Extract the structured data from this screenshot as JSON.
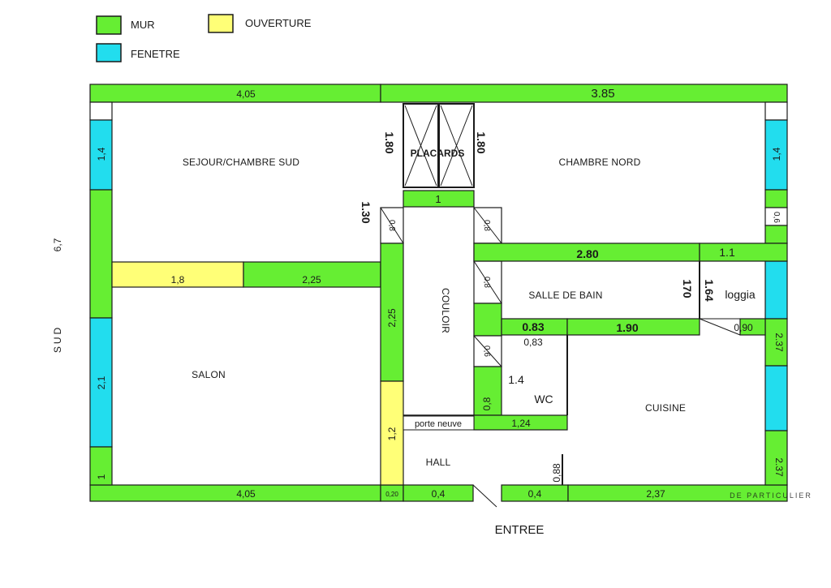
{
  "legend": {
    "mur": "MUR",
    "ouverture": "OUVERTURE",
    "fenetre": "FENETRE"
  },
  "colors": {
    "wall": "#66ee33",
    "opening": "#ffff77",
    "window": "#22ddee",
    "outline": "#1a1a1a",
    "label_red": "#ee1111"
  },
  "side": {
    "height": "6,7",
    "orientation": "SUD"
  },
  "rooms": {
    "sejour": "SEJOUR/CHAMBRE SUD",
    "chambre_nord": "CHAMBRE NORD",
    "placards": "PLACARDS",
    "salon": "SALON",
    "couloir": "COULOIR",
    "salle_de_bain": "SALLE DE BAIN",
    "loggia": "loggia",
    "wc": "WC",
    "cuisine": "CUISINE",
    "hall": "HALL",
    "porte_neuve": "porte neuve",
    "entree": "ENTREE"
  },
  "dimensions": {
    "top_left": "4,05",
    "top_right": "3.85",
    "left_window_top": "1,4",
    "left_window_mid": "2,1",
    "left_bottom": "1",
    "right_window_top": "1,4",
    "right_small": "0,6",
    "right_window_mid": "2.37",
    "right_window_low": "2.37",
    "placard_left": "1.80",
    "placard_right": "1.80",
    "placard_bottom": "1",
    "couloir_top": "1.30",
    "door_sejour": "0,8",
    "door_chambre": "0,8",
    "sejour_opening": "1,8",
    "sejour_wall": "2,25",
    "couloir_wall": "2,25",
    "bath_wall": "2.80",
    "loggia_wall": "1.1",
    "door_bath": "0,8",
    "bath_170": "170",
    "bath_164": "1.64",
    "wc_top_bold": "0.83",
    "bath_bottom": "1.90",
    "loggia_bottom": "0,90",
    "door_wc": "0,6",
    "wc_width": "0,83",
    "wc_height": "1.4",
    "wc_wall": "0,8",
    "wc_bottom": "1,24",
    "hall_opening": "1,2",
    "kitchen_door": "0,88",
    "bottom_left": "4,05",
    "bottom_small": "0,20",
    "bottom_hall": "0,4",
    "bottom_entry": "0,4",
    "bottom_right": "2,37"
  },
  "watermark": "DE PARTICULIER"
}
